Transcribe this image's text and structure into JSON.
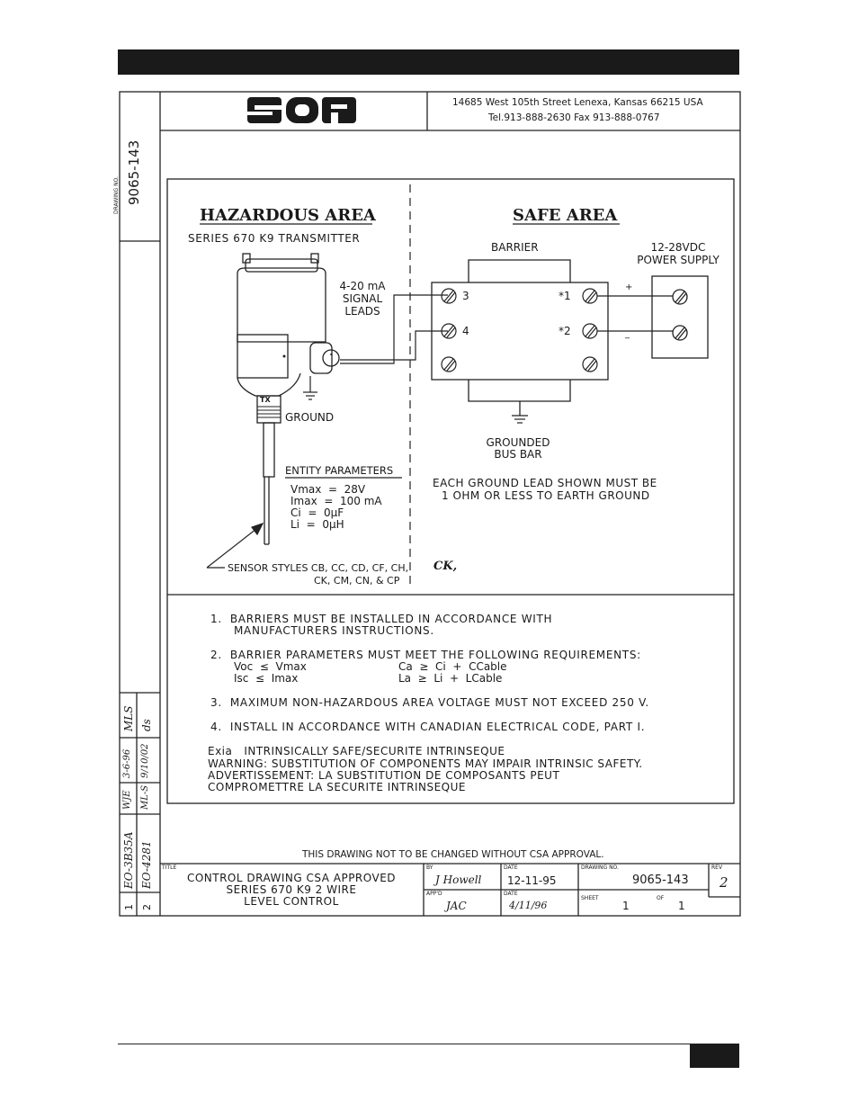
{
  "header": {
    "logo_text": "SOR",
    "address": "14685 West 105th Street   Lenexa, Kansas 66215 USA",
    "phone": "Tel.913-888-2630   Fax 913-888-0767"
  },
  "side": {
    "drawing_no_label": "DRAWING NO.",
    "drawing_no": "9065-143",
    "rev_numbers": [
      "1",
      "2"
    ],
    "eo_numbers": [
      "EO-3B35A",
      "EO-4281"
    ],
    "initials": [
      "WJE",
      "ML-S"
    ],
    "dates": [
      "3-6-96",
      "9/10/02"
    ],
    "approvals": [
      "MLS",
      "ds"
    ]
  },
  "diagram": {
    "hazardous_title": "HAZARDOUS AREA",
    "safe_title": "SAFE AREA",
    "transmitter_label": "SERIES 670 K9 TRANSMITTER",
    "signal_leads": [
      "4-20 mA",
      "SIGNAL",
      "LEADS"
    ],
    "barrier_label": "BARRIER",
    "power_supply": [
      "12-28VDC",
      "POWER SUPPLY"
    ],
    "terminals": {
      "t3": "3",
      "t4": "4",
      "t1": "*1",
      "t2": "*2",
      "plus": "+",
      "minus": "_"
    },
    "tx_label": "TX",
    "ground_label": "GROUND",
    "grounded_bus_bar": [
      "GROUNDED",
      "BUS BAR"
    ],
    "ground_note": [
      "EACH GROUND LEAD SHOWN MUST BE",
      "1 OHM OR LESS TO EARTH GROUND"
    ],
    "entity_title": "ENTITY PARAMETERS",
    "entity_params": [
      "Vmax  =  28V",
      "Imax  =  100 mA",
      "Ci  =  0μF",
      "Li  =  0μH"
    ],
    "sensor_styles": [
      "SENSOR STYLES CB, CC, CD, CF, CH,",
      "CK, CM, CN, & CP"
    ],
    "sensor_handwritten": "CK,"
  },
  "notes": {
    "n1": [
      "1.  BARRIERS MUST BE INSTALLED IN ACCORDANCE WITH",
      "MANUFACTURERS INSTRUCTIONS."
    ],
    "n2": "2.  BARRIER PARAMETERS MUST MEET THE FOLLOWING REQUIREMENTS:",
    "n2_left": [
      "Voc  ≤  Vmax",
      "Isc  ≤  Imax"
    ],
    "n2_right": [
      "Ca  ≥  Ci  +  CCable",
      "La  ≥  Li  +  LCable"
    ],
    "n3": "3.  MAXIMUM NON-HAZARDOUS AREA VOLTAGE MUST NOT EXCEED 250 V.",
    "n4": "4.  INSTALL IN ACCORDANCE WITH CANADIAN ELECTRICAL CODE, PART I.",
    "exia": [
      "Exia   INTRINSICALLY SAFE/SECURITE INTRINSEQUE",
      "WARNING: SUBSTITUTION OF COMPONENTS MAY IMPAIR INTRINSIC SAFETY.",
      "ADVERTISSEMENT: LA SUBSTITUTION DE COMPOSANTS PEUT",
      "COMPROMETTRE LA SECURITE INTRINSEQUE"
    ]
  },
  "title_block": {
    "csa_note": "THIS DRAWING NOT TO BE CHANGED WITHOUT CSA APPROVAL.",
    "title_label": "TITLE",
    "title": [
      "CONTROL DRAWING CSA APPROVED",
      "SERIES 670 K9 2 WIRE",
      "LEVEL CONTROL"
    ],
    "by_label": "BY",
    "by": "J Howell",
    "date_label": "DATE",
    "date": "12-11-95",
    "drawing_no_label": "DRAWING NO.",
    "drawing_no": "9065-143",
    "rev_label": "REV",
    "rev": "2",
    "appd_label": "APP'D",
    "appd": "JAC",
    "date2_label": "DATE",
    "date2": "4/11/96",
    "sheet_label": "SHEET",
    "sheet": "1",
    "of_label": "OF",
    "of": "1"
  }
}
